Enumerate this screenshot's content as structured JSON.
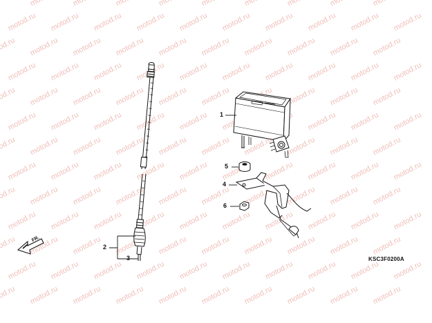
{
  "watermark": {
    "text": "motod.ru",
    "color": "#e28a80"
  },
  "direction_indicator": {
    "label": "FR.",
    "icon": "forward-arrow-icon"
  },
  "callouts": [
    {
      "number": "1",
      "part": "speedometer"
    },
    {
      "number": "2",
      "part": "speedometer-cable"
    },
    {
      "number": "3",
      "part": "cable-end-fitting"
    },
    {
      "number": "4",
      "part": "mounting-bracket"
    },
    {
      "number": "5",
      "part": "rubber-grommet"
    },
    {
      "number": "6",
      "part": "nut"
    }
  ],
  "diagram_code": "KSC3F0200A"
}
